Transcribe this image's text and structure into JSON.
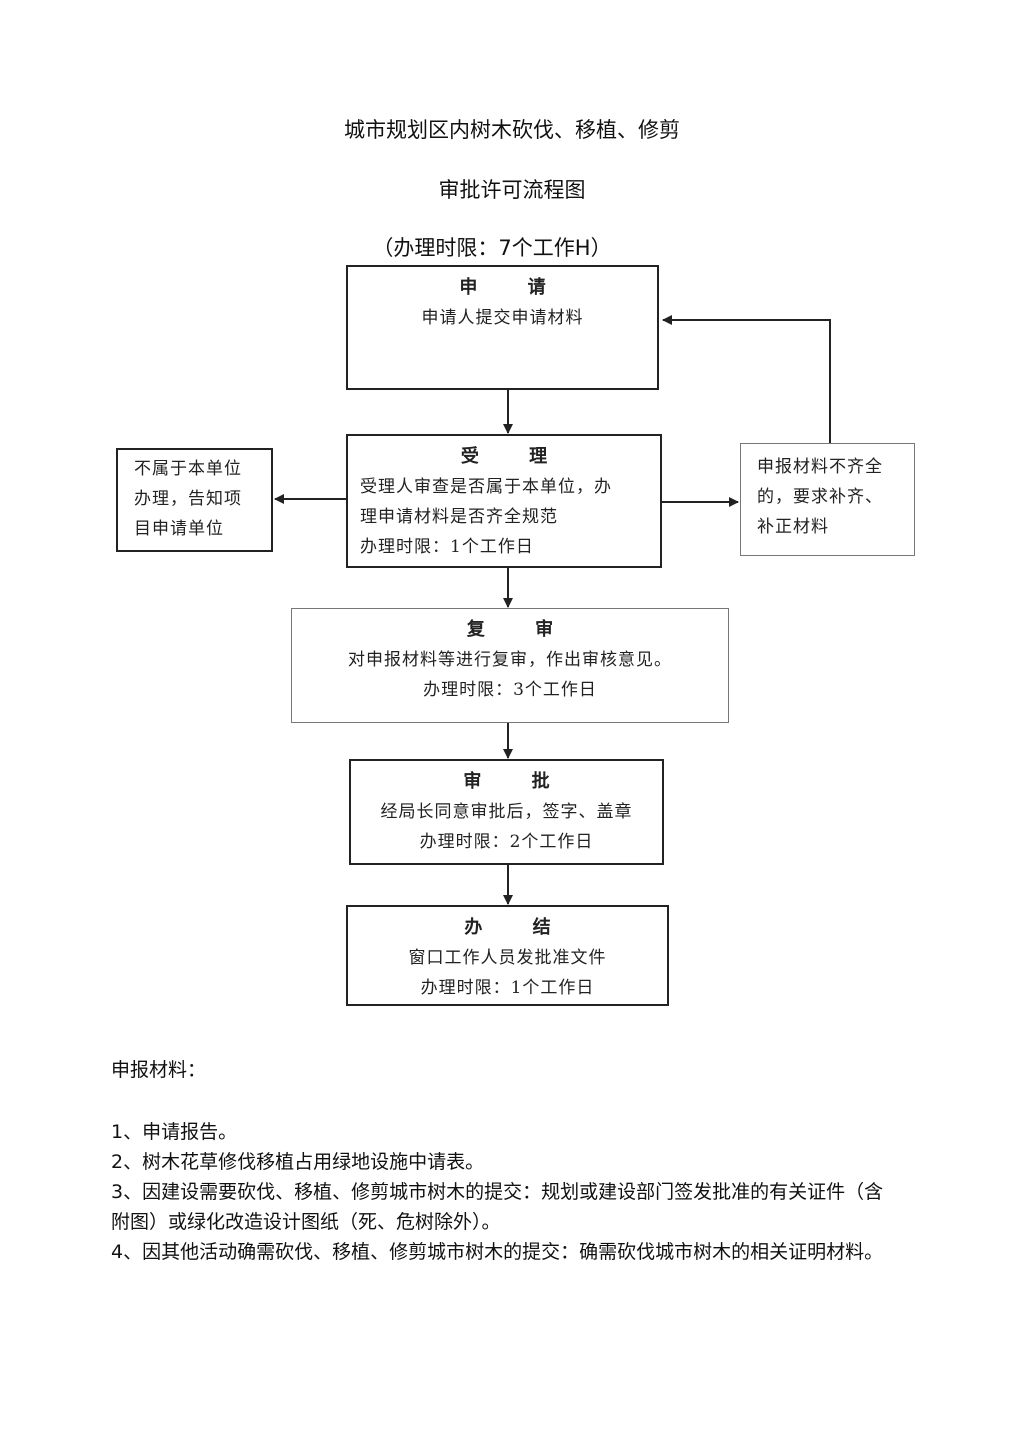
{
  "title_line1": "城市规划区内树木砍伐、移植、修剪",
  "title_line2": "审批许可流程图",
  "title_line3": "（办理时限：7个工作H）",
  "nodes": {
    "apply": {
      "title": "申 请",
      "lines": [
        "申请人提交申请材料"
      ]
    },
    "accept": {
      "title": "受 理",
      "lines": [
        "受理人审查是否属于本单位，办",
        "理申请材料是否齐全规范",
        "办理时限：1个工作日"
      ]
    },
    "not_unit": {
      "lines": [
        "不属于本单位",
        "办理，告知项",
        "目申请单位"
      ]
    },
    "incomplete": {
      "lines": [
        "申报材料不齐全",
        "的，要求补齐、",
        "补正材料"
      ]
    },
    "review": {
      "title": "复 审",
      "lines": [
        "对申报材料等进行复审，作出审核意见。",
        "办理时限：3个工作日"
      ]
    },
    "approve": {
      "title": "审 批",
      "lines": [
        "经局长同意审批后，签字、盖章",
        "办理时限：2个工作日"
      ]
    },
    "finish": {
      "title": "办 结",
      "lines": [
        "窗口工作人员发批准文件",
        "办理时限：1个工作日"
      ]
    }
  },
  "materials": {
    "heading": "申报材料：",
    "items": [
      "1、申请报告。",
      "2、树木花草修伐移植占用绿地设施中请表。",
      "3、因建设需要砍伐、移植、修剪城市树木的提交：规划或建设部门签发批准的有关证件（含附图）或绿化改造设计图纸（死、危树除外）。",
      "4、因其他活动确需砍伐、移植、修剪城市树木的提交：确需砍伐城市树木的相关证明材料。"
    ]
  }
}
